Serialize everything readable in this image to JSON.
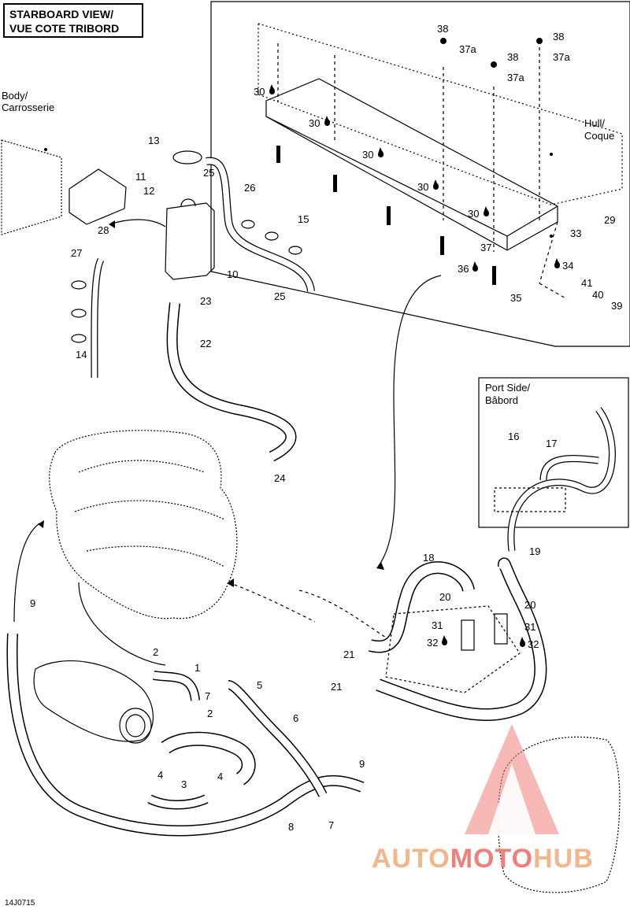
{
  "header": {
    "title_line1": "STARBOARD VIEW/",
    "title_line2": "VUE COTE TRIBORD"
  },
  "regions": {
    "body_line1": "Body/",
    "body_line2": "Carrosserie",
    "hull_line1": "Hull/",
    "hull_line2": "Coque",
    "port_line1": "Port Side/",
    "port_line2": "Bâbord"
  },
  "callouts": {
    "c1": "1",
    "c2a": "2",
    "c2b": "2",
    "c3": "3",
    "c4a": "4",
    "c4b": "4",
    "c5": "5",
    "c6": "6",
    "c7a": "7",
    "c7b": "7",
    "c8": "8",
    "c9a": "9",
    "c9b": "9",
    "c10": "10",
    "c11": "11",
    "c12": "12",
    "c13": "13",
    "c14": "14",
    "c15": "15",
    "c16": "16",
    "c17": "17",
    "c18": "18",
    "c19": "19",
    "c20a": "20",
    "c20b": "20",
    "c21a": "21",
    "c21b": "21",
    "c22": "22",
    "c23": "23",
    "c24": "24",
    "c25a": "25",
    "c25b": "25",
    "c26": "26",
    "c27": "27",
    "c28": "28",
    "c29": "29",
    "c30a": "30",
    "c30b": "30",
    "c30c": "30",
    "c30d": "30",
    "c30e": "30",
    "c31a": "31",
    "c31b": "31",
    "c32a": "32",
    "c32b": "32",
    "c33": "33",
    "c34": "34",
    "c35": "35",
    "c36": "36",
    "c37": "37",
    "c37a1": "37a",
    "c37a2": "37a",
    "c37a3": "37a",
    "c38a": "38",
    "c38b": "38",
    "c38c": "38",
    "c39": "39",
    "c40": "40",
    "c41": "41"
  },
  "figure_id": "14J0715",
  "watermark": {
    "part1": "AUTO",
    "part2": "MOTO",
    "part3": "HUB"
  },
  "colors": {
    "line": "#000000",
    "watermark_orange": "#f3b58a",
    "watermark_red": "#f07f78"
  }
}
